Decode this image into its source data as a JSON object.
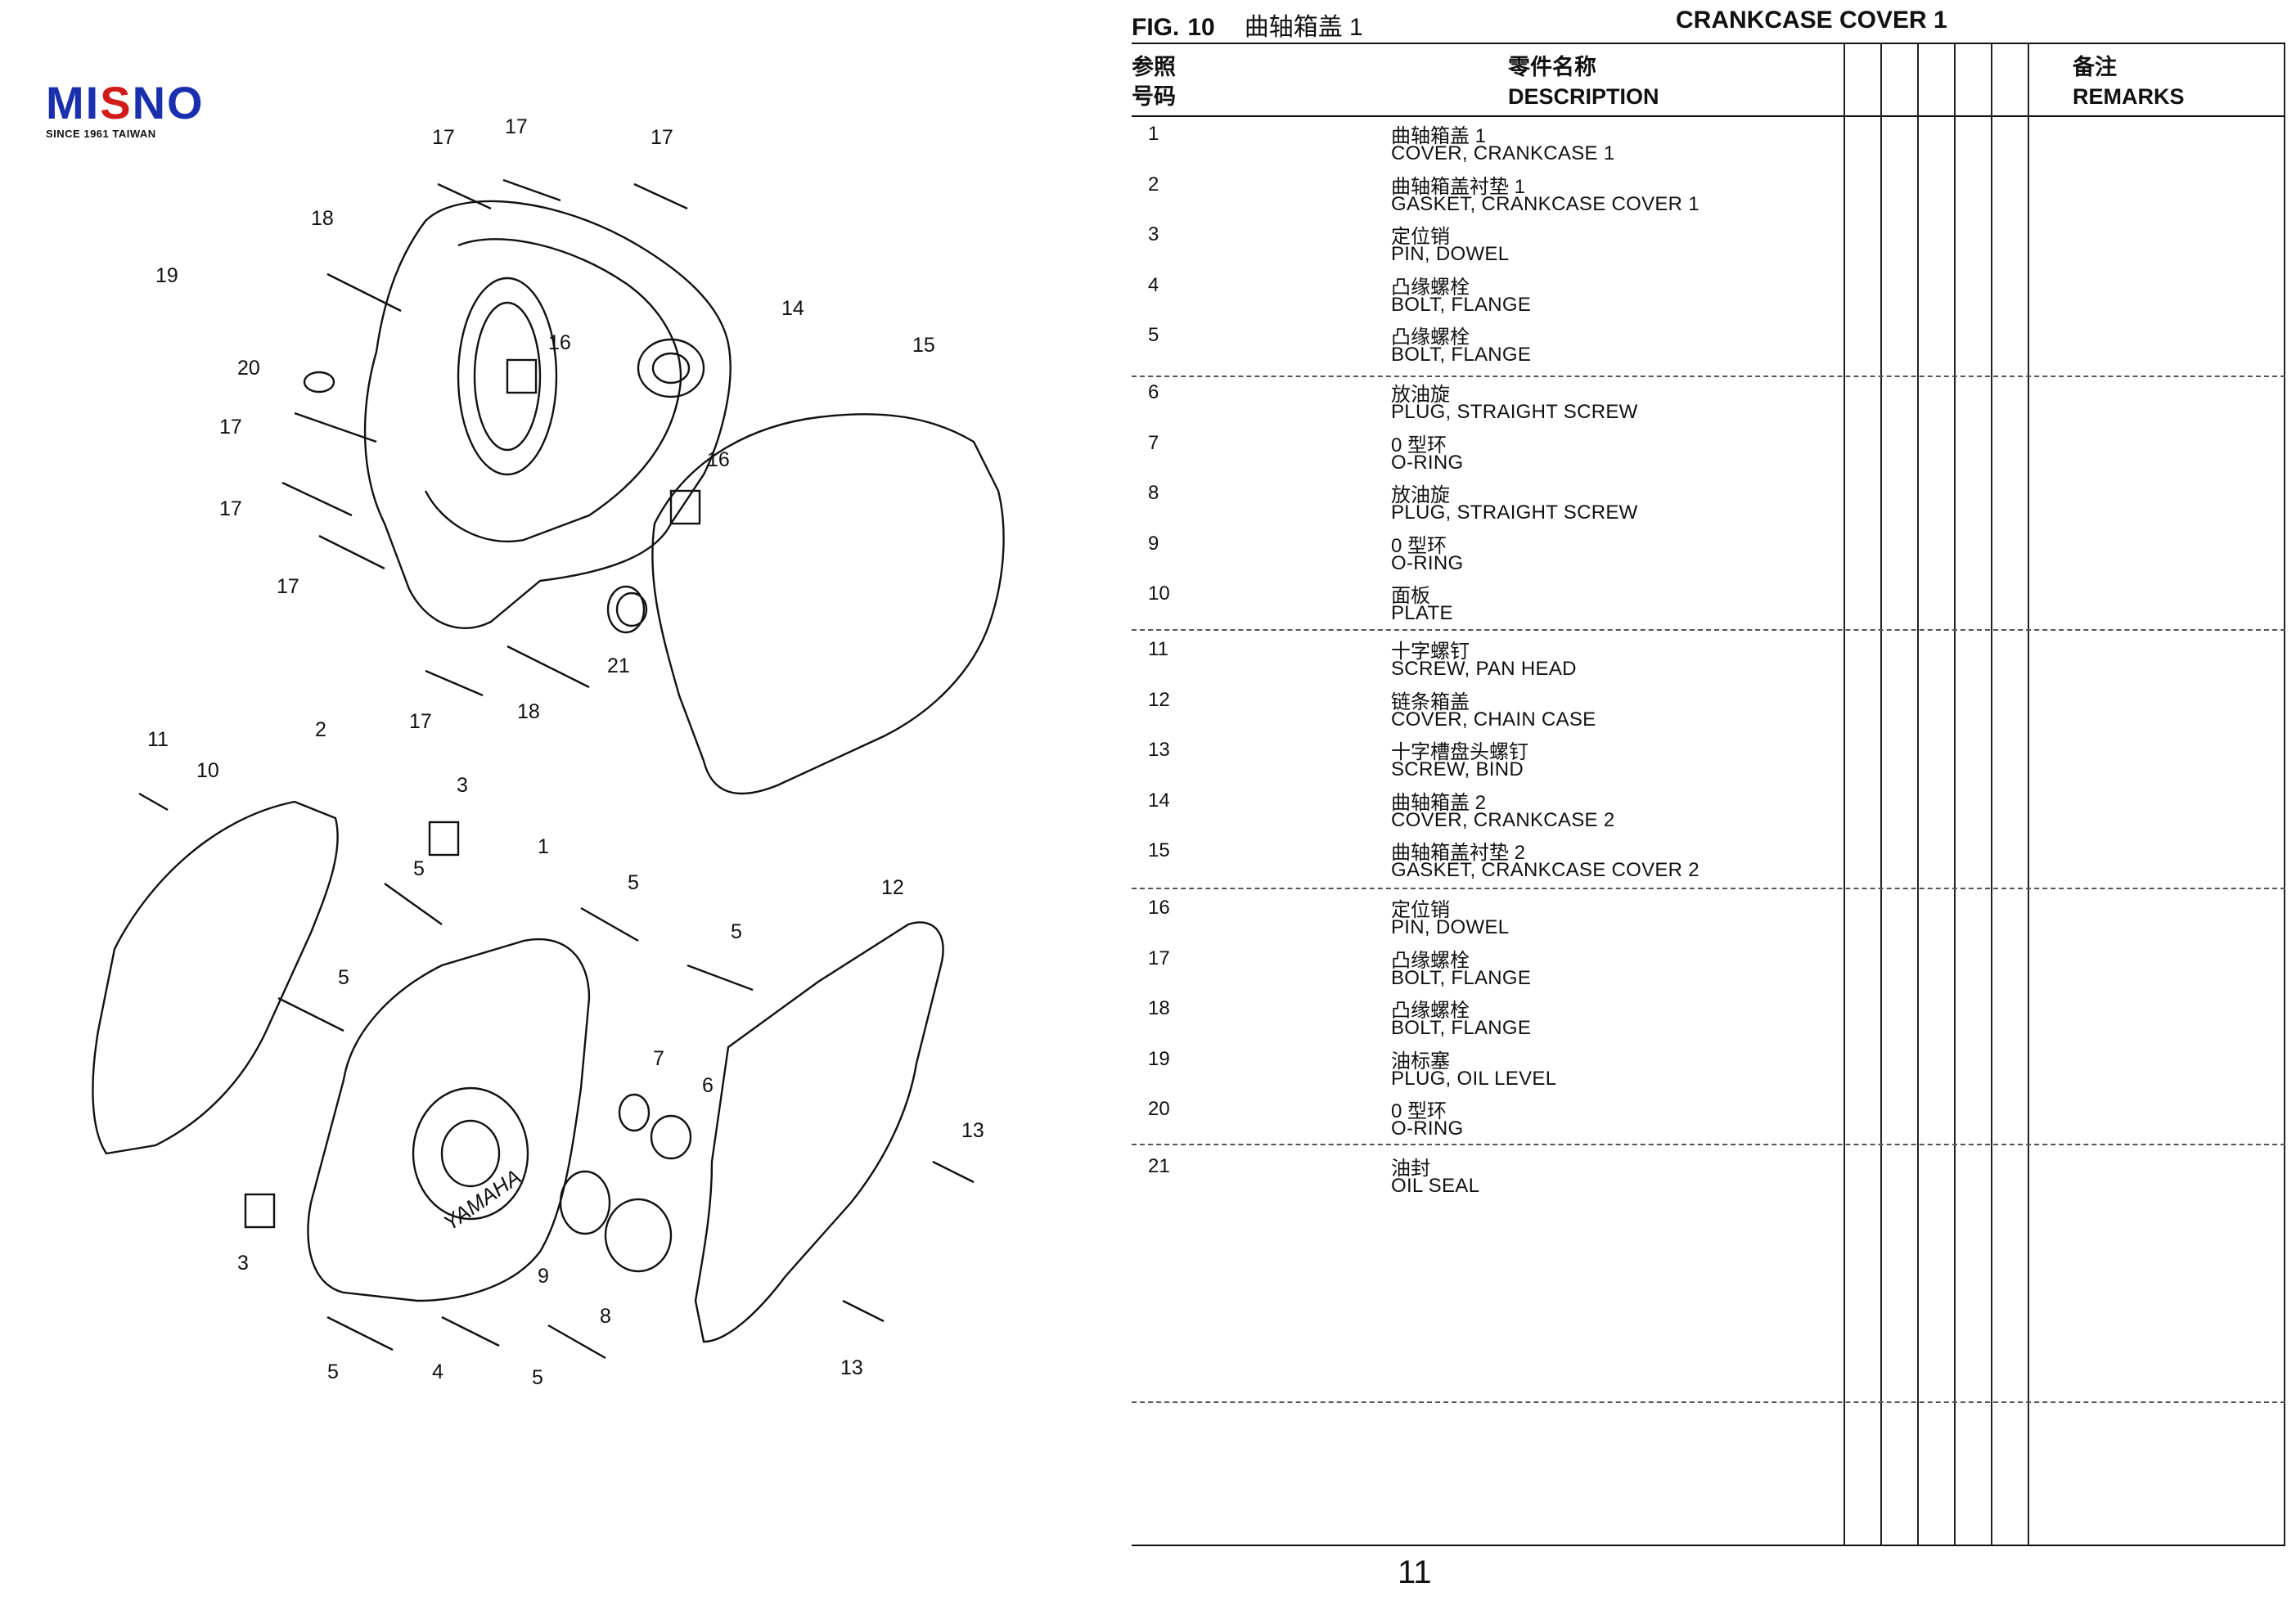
{
  "brand": {
    "name_part1": "MI",
    "name_part2": "S",
    "name_part3": "NO",
    "tagline": "SINCE 1961 TAIWAN"
  },
  "header": {
    "fig_label": "FIG.",
    "fig_number": "10",
    "title_cn": "曲轴箱盖 1",
    "title_en": "CRANKCASE COVER 1"
  },
  "table": {
    "col_ref_cn1": "参照",
    "col_ref_cn2": "号码",
    "col_desc_cn": "零件名称",
    "col_desc_en": "DESCRIPTION",
    "col_rem_cn": "备注",
    "col_rem_en": "REMARKS",
    "rows": [
      {
        "ref": "1",
        "cn": "曲轴箱盖 1",
        "en": "COVER, CRANKCASE 1"
      },
      {
        "ref": "2",
        "cn": "曲轴箱盖衬垫 1",
        "en": "GASKET, CRANKCASE COVER 1"
      },
      {
        "ref": "3",
        "cn": "定位销",
        "en": "PIN, DOWEL"
      },
      {
        "ref": "4",
        "cn": "凸缘螺栓",
        "en": "BOLT, FLANGE"
      },
      {
        "ref": "5",
        "cn": "凸缘螺栓",
        "en": "BOLT, FLANGE"
      },
      {
        "ref": "6",
        "cn": "放油旋",
        "en": "PLUG, STRAIGHT SCREW"
      },
      {
        "ref": "7",
        "cn": "0 型环",
        "en": "O-RING"
      },
      {
        "ref": "8",
        "cn": "放油旋",
        "en": "PLUG, STRAIGHT SCREW"
      },
      {
        "ref": "9",
        "cn": "0 型环",
        "en": "O-RING"
      },
      {
        "ref": "10",
        "cn": "面板",
        "en": "PLATE"
      },
      {
        "ref": "11",
        "cn": "十字螺钉",
        "en": "SCREW, PAN HEAD"
      },
      {
        "ref": "12",
        "cn": "链条箱盖",
        "en": "COVER, CHAIN CASE"
      },
      {
        "ref": "13",
        "cn": "十字槽盘头螺钉",
        "en": "SCREW, BIND"
      },
      {
        "ref": "14",
        "cn": "曲轴箱盖 2",
        "en": "COVER, CRANKCASE 2"
      },
      {
        "ref": "15",
        "cn": "曲轴箱盖衬垫 2",
        "en": "GASKET, CRANKCASE COVER 2"
      },
      {
        "ref": "16",
        "cn": "定位销",
        "en": "PIN, DOWEL"
      },
      {
        "ref": "17",
        "cn": "凸缘螺栓",
        "en": "BOLT, FLANGE"
      },
      {
        "ref": "18",
        "cn": "凸缘螺栓",
        "en": "BOLT, FLANGE"
      },
      {
        "ref": "19",
        "cn": "油标塞",
        "en": "PLUG, OIL LEVEL"
      },
      {
        "ref": "20",
        "cn": "0 型环",
        "en": "O-RING"
      },
      {
        "ref": "21",
        "cn": "油封",
        "en": "OIL SEAL"
      }
    ]
  },
  "diagram": {
    "cover_brand": "YAMAHA",
    "callouts": [
      "17",
      "17",
      "17",
      "18",
      "19",
      "20",
      "16",
      "14",
      "15",
      "17",
      "17",
      "16",
      "17",
      "21",
      "17",
      "18",
      "11",
      "10",
      "2",
      "3",
      "1",
      "5",
      "5",
      "5",
      "12",
      "5",
      "7",
      "6",
      "13",
      "3",
      "9",
      "8",
      "13",
      "5",
      "4",
      "5"
    ]
  },
  "page_number": "11"
}
